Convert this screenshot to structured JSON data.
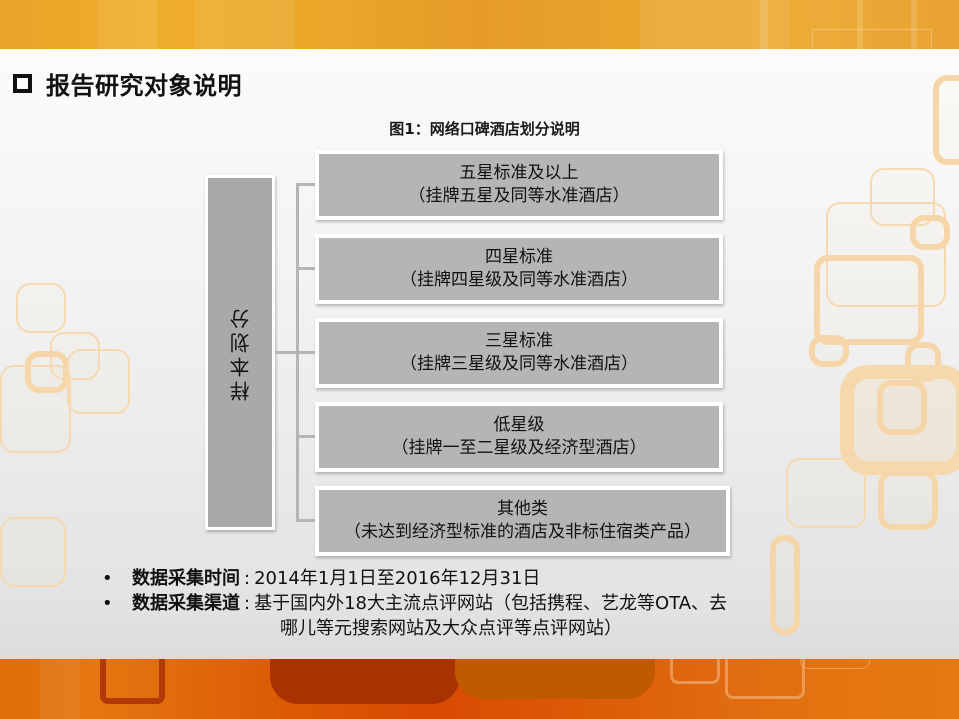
{
  "slide": {
    "heading": {
      "icon": "hollow-square-bullet",
      "title": "报告研究对象说明"
    },
    "figure_caption": "图1：网络口碑酒店划分说明",
    "diagram": {
      "root_label": "样本划分",
      "categories": [
        {
          "title": "五星标准及以上",
          "subtitle": "（挂牌五星及同等水准酒店）"
        },
        {
          "title": "四星标准",
          "subtitle": "（挂牌四星级及同等水准酒店）"
        },
        {
          "title": "三星标准",
          "subtitle": "（挂牌三星级及同等水准酒店）"
        },
        {
          "title": "低星级",
          "subtitle": "（挂牌一至二星级及经济型酒店）"
        },
        {
          "title": "其他类",
          "subtitle": "（未达到经济型标准的酒店及非标住宿类产品）"
        }
      ]
    },
    "notes": [
      {
        "bullet": "•",
        "label": "数据采集时间",
        "colon": ":",
        "text": "2014年1月1日至2016年12月31日"
      },
      {
        "bullet": "•",
        "label": "数据采集渠道",
        "colon": ":",
        "text": "基于国内外18大主流点评网站（包括携程、艺龙等OTA、去",
        "continuation": "哪儿等元搜索网站及大众点评等点评网站）"
      }
    ],
    "colors": {
      "top_banner": "#e9a22a",
      "bottom_banner": "#d94a02",
      "box_fill": "#b5b5b5",
      "root_fill": "#a9a9a9",
      "deco_bubble": "#f6d9b0"
    }
  }
}
